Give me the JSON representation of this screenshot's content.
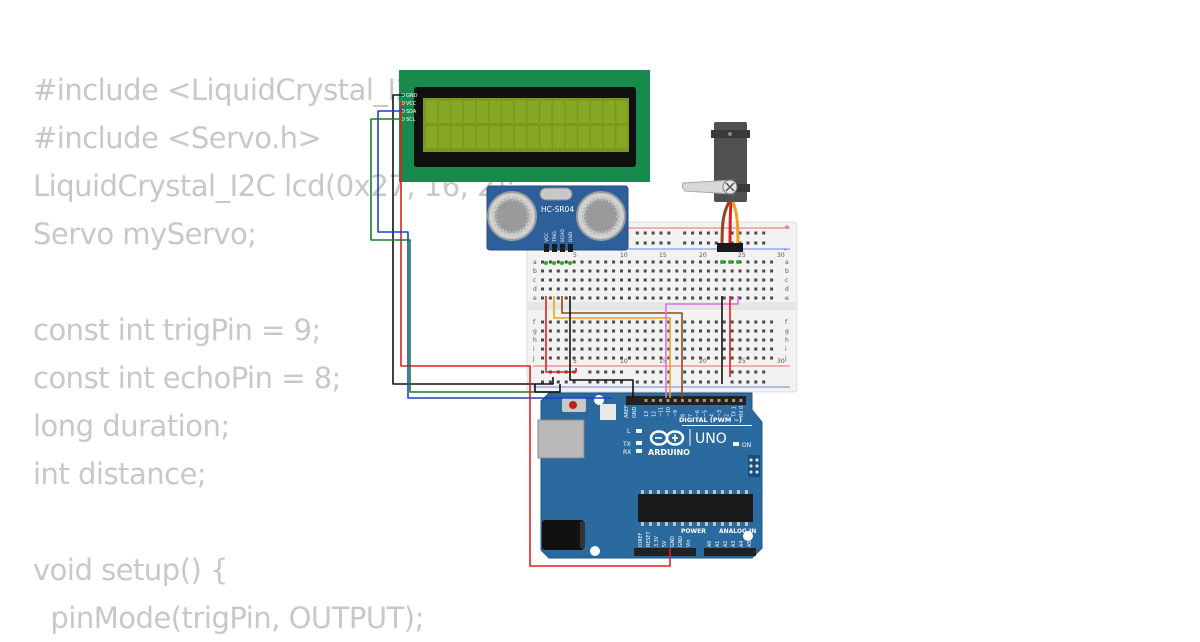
{
  "code_lines": [
    "#include <LiquidCrystal_I2C.h>",
    "#include <Servo.h>",
    "LiquidCrystal_I2C lcd(0x27, 16, 2);",
    "Servo myServo;",
    "",
    "const int trigPin = 9;",
    "const int echoPin = 8;",
    "long duration;",
    "int distance;",
    "",
    "void setup() {",
    "  pinMode(trigPin, OUTPUT);"
  ],
  "lcd": {
    "pins": [
      "GND",
      "VCC",
      "SDA",
      "SCL"
    ],
    "colors": {
      "pcb": "#178a4e",
      "screen": "#7a9a1c"
    }
  },
  "sensor": {
    "label": "HC-SR04",
    "pins": [
      "VCC",
      "TRIG",
      "ECHO",
      "GND"
    ]
  },
  "breadboard": {
    "col_numbers": [
      "5",
      "10",
      "15",
      "20",
      "25",
      "30"
    ],
    "row_letters_top": [
      "a",
      "b",
      "c",
      "d",
      "e"
    ],
    "row_letters_bottom": [
      "f",
      "g",
      "h",
      "i",
      "j"
    ]
  },
  "arduino": {
    "brand": "ARDUINO",
    "model": "UNO",
    "digital_label": "DIGITAL (PWM ~)",
    "on_label": "ON",
    "led_labels": [
      "L",
      "TX",
      "RX"
    ],
    "power_label": "POWER",
    "analog_label": "ANALOG IN",
    "aref_label": "AREF",
    "gnd_label": "GND",
    "digital_pins": [
      "13",
      "12",
      "~11",
      "~10",
      "~9",
      "8",
      "7",
      "~6",
      "~5",
      "4",
      "~3",
      "2",
      "TX 1",
      "RX 0"
    ],
    "power_pins": [
      "IOREF",
      "RESET",
      "3.3V",
      "5V",
      "GND",
      "GND",
      "Vin"
    ],
    "analog_pins": [
      "A0",
      "A1",
      "A2",
      "A3",
      "A4",
      "A5"
    ],
    "colors": {
      "board": "#2a6a9e"
    }
  },
  "wire_colors": {
    "red": "#e02020",
    "black": "#111111",
    "green": "#1a7a2a",
    "blue": "#1f3fd0",
    "orange": "#f0a020",
    "brown": "#8a4a1a",
    "pink": "#e070e0"
  }
}
